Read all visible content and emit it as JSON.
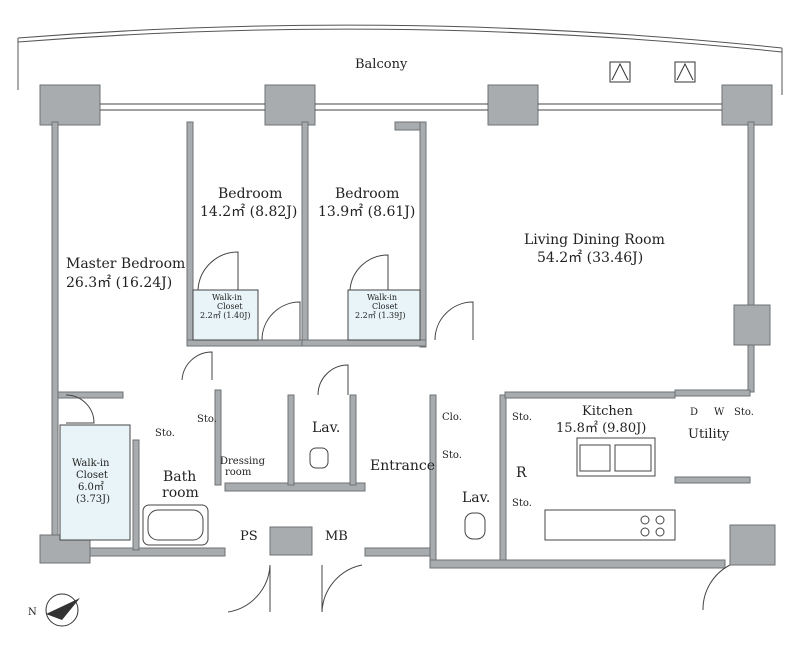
{
  "labels": {
    "balcony": "Balcony",
    "master_bedroom": {
      "name": "Master Bedroom",
      "area": "26.3㎡ (16.24J)"
    },
    "bedroom1": {
      "name": "Bedroom",
      "area": "14.2㎡ (8.82J)"
    },
    "bedroom2": {
      "name": "Bedroom",
      "area": "13.9㎡ (8.61J)"
    },
    "living": {
      "name": "Living Dining Room",
      "area": "54.2㎡ (33.46J)"
    },
    "kitchen": {
      "name": "Kitchen",
      "area": "15.8㎡ (9.80J)"
    },
    "wic_small1": {
      "name": "Walk-in",
      "name2": "Closet",
      "area": "2.2㎡ (1.40J)"
    },
    "wic_small2": {
      "name": "Walk-in",
      "name2": "Closet",
      "area": "2.2㎡ (1.39J)"
    },
    "wic_master": {
      "l1": "Walk-in",
      "l2": "Closet",
      "l3": "6.0㎡",
      "l4": "(3.73J)"
    },
    "sto": "Sto.",
    "bath": {
      "l1": "Bath",
      "l2": "room"
    },
    "dressing": {
      "l1": "Dressing",
      "l2": "room"
    },
    "lav": "Lav.",
    "entrance": "Entrance",
    "clo": "Clo.",
    "r": "R",
    "utility": "Utility",
    "d": "D",
    "w": "W",
    "ps": "PS",
    "mb": "MB",
    "north": "N"
  },
  "colors": {
    "wall": "#a9acae",
    "wall_edge": "#6e7275",
    "line": "#4a4a4a",
    "closet_fill": "#e8f4f7"
  }
}
